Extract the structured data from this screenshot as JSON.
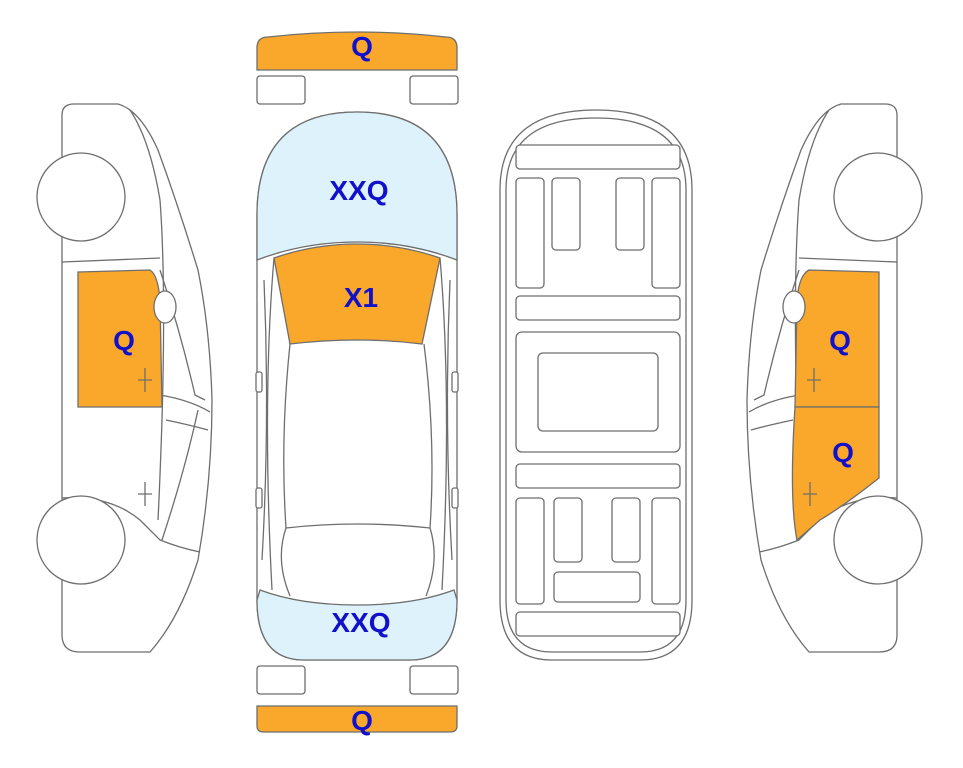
{
  "colors": {
    "damage_fill": "#F9A82B",
    "glass_fill": "#DDF2FA",
    "label_color": "#1111CC",
    "outline": "#6E6E6E"
  },
  "labels": {
    "front_bumper": "Q",
    "rear_bumper": "Q",
    "windshield": "XXQ",
    "roof_front": "X1",
    "rear_window": "XXQ",
    "left_front_door": "Q",
    "right_front_door": "Q",
    "right_rear_door": "Q"
  }
}
